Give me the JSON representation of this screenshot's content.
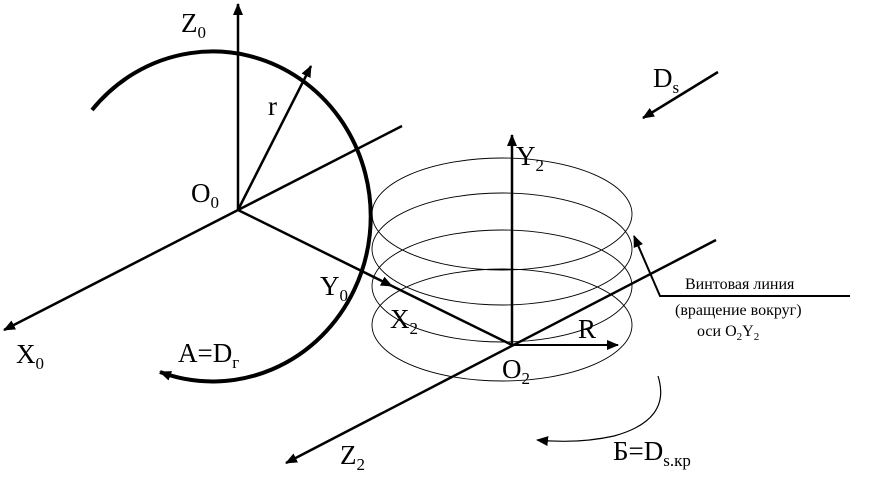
{
  "labels": {
    "z0": "Z",
    "z0_sub": "0",
    "r": "r",
    "o0": "O",
    "o0_sub": "0",
    "ds": "D",
    "ds_sub": "s",
    "y2": "Y",
    "y2_sub": "2",
    "y0": "Y",
    "y0_sub": "0",
    "x2": "X",
    "x2_sub": "2",
    "R": "R",
    "o2": "O",
    "o2_sub": "2",
    "x0": "X",
    "x0_sub": "0",
    "a_dg": "A=D",
    "a_dg_sub": "г",
    "z2": "Z",
    "z2_sub": "2",
    "b_dskr": "Б=D",
    "b_dskr_sub": "s.кр"
  },
  "annotation": {
    "line1": "Винтовая линия",
    "line2": "(вращение вокруг)",
    "line3_a": "оси O",
    "line3_s1": "2",
    "line3_b": "Y",
    "line3_s2": "2"
  },
  "colors": {
    "stroke": "#000000",
    "background": "#ffffff"
  }
}
